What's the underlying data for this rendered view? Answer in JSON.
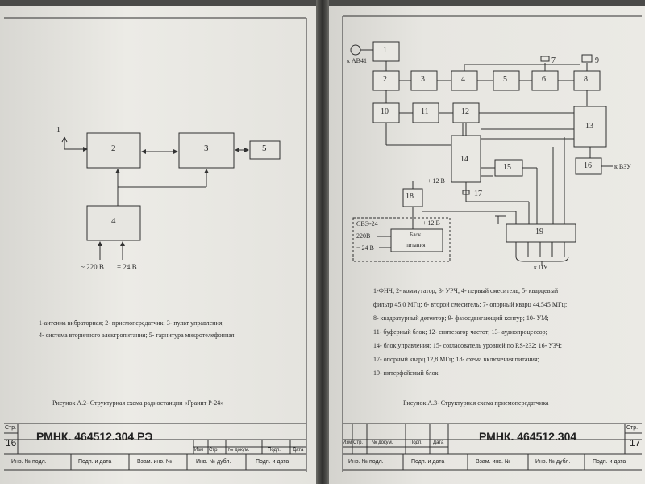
{
  "left": {
    "blocks": [
      "1",
      "2",
      "3",
      "4",
      "5"
    ],
    "supply_ac": "~ 220 В",
    "supply_dc": "= 24 В",
    "legend": [
      "1-антенна вибраторная;  2- приемопередатчик;  3- пульт  управления;",
      "4- система вторичного электропитания;  5- гарнитура микротелефонная"
    ],
    "caption": "Рисунок А.2- Структурная схема радиостанции «Гранит Р-24»",
    "doc_number": "РМНК. 464512.304 РЭ",
    "page_label": "Стр.",
    "page_number": "16",
    "stamp_row": [
      "Изм",
      "Стр.",
      "№ докум.",
      "Подп.",
      "Дата"
    ],
    "bottom_row": [
      "Инв. № подл.",
      "Подп. и дата",
      "Взам. инв. №",
      "Инв. № дубл.",
      "Подп. и дата"
    ]
  },
  "right": {
    "blocks": [
      "1",
      "2",
      "3",
      "4",
      "5",
      "6",
      "7",
      "8",
      "9",
      "10",
      "11",
      "12",
      "13",
      "14",
      "15",
      "16",
      "17",
      "18",
      "19"
    ],
    "labels": {
      "kav41": "к АВ41",
      "kvzu": "к ВЗУ",
      "kpu": "к ПУ",
      "plus12_a": "+ 12 В",
      "plus12_b": "+ 12 В",
      "sve": "СВЭ-24",
      "v220": "220В",
      "v24": "= 24 В",
      "psu_line1": "Блок",
      "psu_line2": "питания"
    },
    "legend": [
      "1-ФНЧ;  2- коммутатор;  3- УРЧ;  4- первый смеситель;  5- кварцевый",
      "фильтр 45,0 МГц; 6- второй смеситель; 7- опорный кварц 44,545 МГц;",
      "8-   квадратурный   детектор;        9- фазосдвигающий контур;  10- УМ;",
      "11-   буферный блок;      12-  синтезатор частот;          13- аудиопроцессор;",
      "14- блок управления;  15- согласователь уровней по RS-232;  16- УЗЧ;",
      "17-         опорный      кварц 12,8 МГц;  18- схема  включения     питания;",
      "19- интерфейсный блок"
    ],
    "caption": "Рисунок  А.3-  Структурная  схема  приемопередатчика",
    "doc_number": "РМНК. 464512.304",
    "page_label": "Стр.",
    "page_number": "17",
    "stamp_row": [
      "Изм",
      "Стр.",
      "№ докум.",
      "Подп.",
      "Дата"
    ],
    "bottom_row": [
      "Инв. № подл.",
      "Подп. и дата",
      "Взам. инв. №",
      "Инв. № дубл.",
      "Подп. и дата"
    ]
  }
}
